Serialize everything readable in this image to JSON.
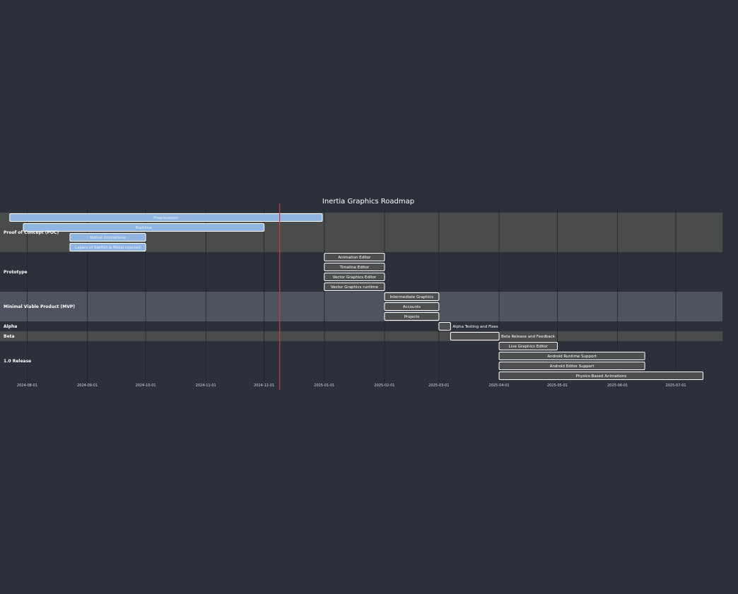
{
  "chart_data": {
    "type": "gantt",
    "title": "Inertia Graphics Roadmap",
    "x_range": [
      "2024-07-18",
      "2025-07-25"
    ],
    "today_marker": "2024-12-09",
    "grid": true,
    "x_ticks": [
      "2024-08-01",
      "2024-09-01",
      "2024-10-01",
      "2024-11-01",
      "2024-12-01",
      "2025-01-01",
      "2025-02-01",
      "2025-03-01",
      "2025-04-01",
      "2025-05-01",
      "2025-06-01",
      "2025-07-01"
    ],
    "colors": {
      "background": "#2b303b",
      "band_a": "#4a4b4b",
      "band_b": "#4e5360",
      "grid": "#1e2229",
      "done_fill": "#8fb6e3",
      "done_text": "#eaf2fb",
      "active_fill": "#4d4e50",
      "active_text": "#ffffff",
      "border": "#ffffff",
      "today": "#cc3a3a"
    },
    "sections": [
      {
        "name": "Proof of Concept (POC)",
        "band": "a",
        "tasks": [
          {
            "name": "Preprocessor",
            "start": "2024-07-23",
            "end": "2024-12-31",
            "status": "done"
          },
          {
            "name": "Runtime",
            "start": "2024-07-30",
            "end": "2024-12-01",
            "status": "done"
          },
          {
            "name": "Native Animations",
            "start": "2024-08-23",
            "end": "2024-10-01",
            "status": "done"
          },
          {
            "name": "Layers of SwiftUI & Metal injected",
            "start": "2024-08-23",
            "end": "2024-10-01",
            "status": "done"
          }
        ]
      },
      {
        "name": "Prototype",
        "band": "none",
        "tasks": [
          {
            "name": "Animation Editor",
            "start": "2025-01-01",
            "end": "2025-02-01",
            "status": "active"
          },
          {
            "name": "Timeline Editor",
            "start": "2025-01-01",
            "end": "2025-02-01",
            "status": "active"
          },
          {
            "name": "Vector Graphics Editor",
            "start": "2025-01-01",
            "end": "2025-02-01",
            "status": "active"
          },
          {
            "name": "Vector Graphics runtime",
            "start": "2025-01-01",
            "end": "2025-02-01",
            "status": "active"
          }
        ]
      },
      {
        "name": "Minimal Viable Product (MVP)",
        "band": "b",
        "tasks": [
          {
            "name": "Intermediate Graphics",
            "start": "2025-02-01",
            "end": "2025-03-01",
            "status": "active"
          },
          {
            "name": "Accounts",
            "start": "2025-02-01",
            "end": "2025-03-01",
            "status": "active"
          },
          {
            "name": "Projects",
            "start": "2025-02-01",
            "end": "2025-03-01",
            "status": "active"
          }
        ]
      },
      {
        "name": "Alpha",
        "band": "none",
        "tasks": [
          {
            "name": "Alpha Testing and Fixes",
            "start": "2025-03-01",
            "end": "2025-03-07",
            "status": "active"
          }
        ]
      },
      {
        "name": "Beta",
        "band": "a",
        "tasks": [
          {
            "name": "Beta Release and Feedback",
            "start": "2025-03-07",
            "end": "2025-04-01",
            "status": "active"
          }
        ]
      },
      {
        "name": "1.0 Release",
        "band": "none",
        "tasks": [
          {
            "name": "Live Graphics Editor",
            "start": "2025-04-01",
            "end": "2025-05-01",
            "status": "active"
          },
          {
            "name": "Android Runtime Support",
            "start": "2025-04-01",
            "end": "2025-06-15",
            "status": "active"
          },
          {
            "name": "Android Editor Support",
            "start": "2025-04-01",
            "end": "2025-06-15",
            "status": "active"
          },
          {
            "name": "Physics-Based Animations",
            "start": "2025-04-01",
            "end": "2025-07-15",
            "status": "active"
          }
        ]
      }
    ]
  }
}
